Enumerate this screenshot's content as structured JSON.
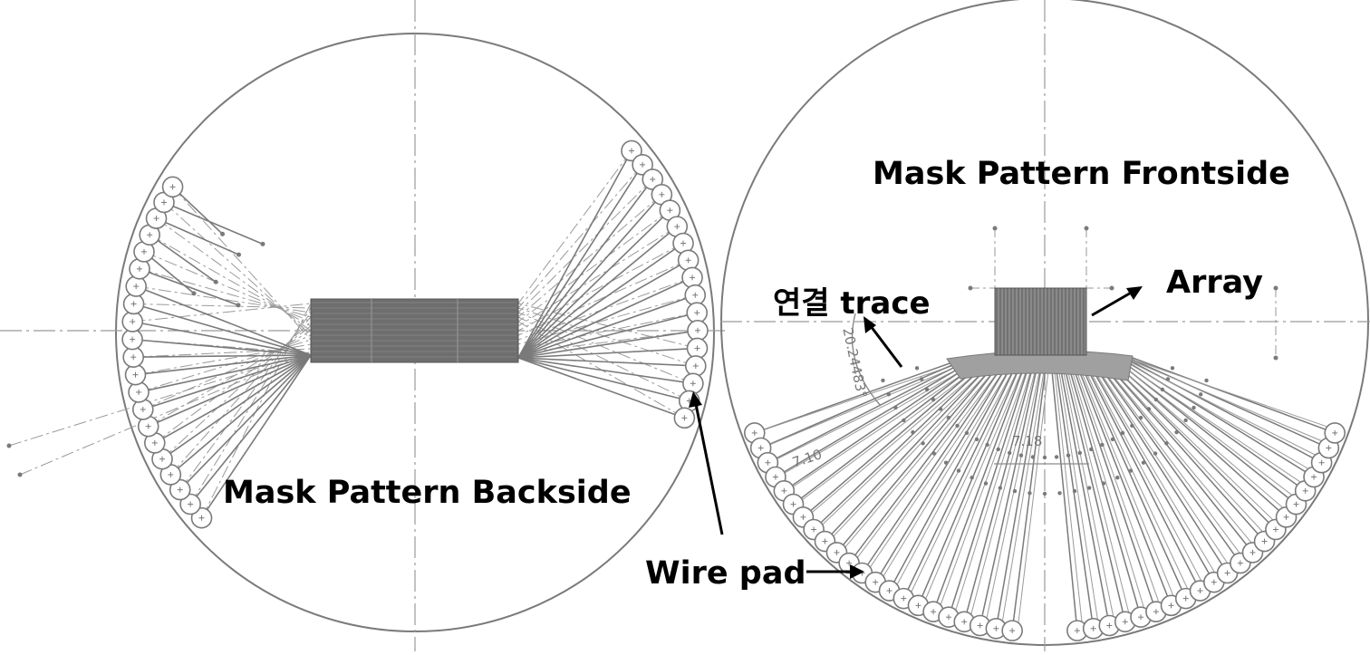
{
  "labels": {
    "backside": "Mask Pattern Backside",
    "frontside": "Mask Pattern Frontside",
    "array": "Array",
    "trace": "연결 trace",
    "wire_pad": "Wire pad"
  },
  "dimensions": {
    "angle": "20.24483°",
    "width": "7.18",
    "length": "7.10"
  },
  "colors": {
    "line": "#7a7a7a",
    "centerline": "#9a9a9a",
    "fill": "#6e6e6e",
    "arrow": "#000000"
  }
}
